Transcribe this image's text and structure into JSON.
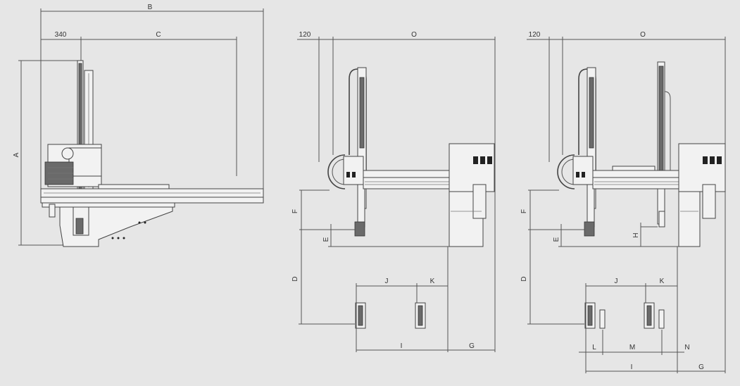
{
  "views": {
    "side": {
      "dim_B": "B",
      "dim_340": "340",
      "dim_C": "C",
      "dim_A": "A"
    },
    "front_single": {
      "dim_120": "120",
      "dim_O": "O",
      "dim_F": "F",
      "dim_E": "E",
      "dim_D": "D",
      "dim_J": "J",
      "dim_K": "K",
      "dim_I": "I",
      "dim_G": "G"
    },
    "front_double": {
      "dim_120": "120",
      "dim_O": "O",
      "dim_F": "F",
      "dim_E": "E",
      "dim_H": "H",
      "dim_D": "D",
      "dim_J": "J",
      "dim_K": "K",
      "dim_L": "L",
      "dim_M": "M",
      "dim_N": "N",
      "dim_I": "I",
      "dim_G": "G"
    }
  },
  "colors": {
    "background": "#e6e6e6",
    "line": "#555555"
  }
}
